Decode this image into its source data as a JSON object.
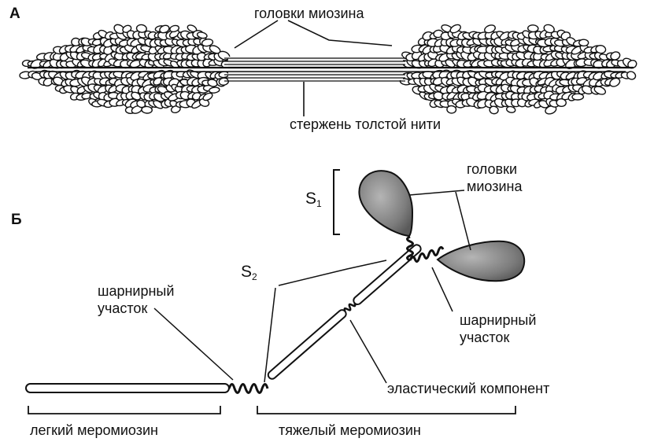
{
  "panel_a": {
    "letter": "А",
    "label_heads": "головки миозина",
    "label_rod": "стержень толстой нити"
  },
  "panel_b": {
    "letter": "Б",
    "label_s1_main": "S",
    "label_s1_sub": "1",
    "label_s2_main": "S",
    "label_s2_sub": "2",
    "label_heads_line1": "головки",
    "label_heads_line2": "миозина",
    "label_hinge_left_line1": "шарнирный",
    "label_hinge_left_line2": "участок",
    "label_hinge_right_line1": "шарнирный",
    "label_hinge_right_line2": "участок",
    "label_elastic": "эластический компонент",
    "label_light": "легкий меромиозин",
    "label_heavy": "тяжелый меромиозин"
  },
  "colors": {
    "ink": "#111111",
    "head_fill": "#8a8a8a",
    "background": "#ffffff"
  }
}
